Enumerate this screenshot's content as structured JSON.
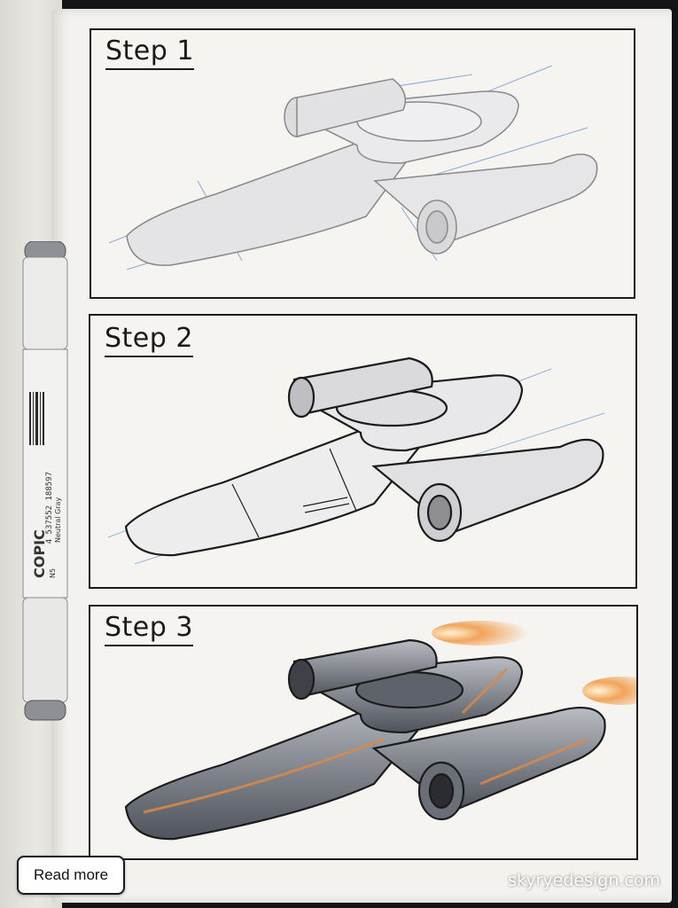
{
  "panels": [
    {
      "label": "Step 1"
    },
    {
      "label": "Step 2"
    },
    {
      "label": "Step 3"
    }
  ],
  "marker": {
    "brand": "COPIC",
    "color_code": "N5",
    "color_name": "Neutral Gray",
    "barcode_number": "4 537552 188597"
  },
  "read_more_label": "Read more",
  "watermark": "skyryedesign.com",
  "colors": {
    "ink": "#1b1b1b",
    "paper": "#f5f4f0",
    "gray_marker": "#9a9ca2",
    "orange_accent": "#d98a4a",
    "blue_guideline": "#6f95d3"
  }
}
